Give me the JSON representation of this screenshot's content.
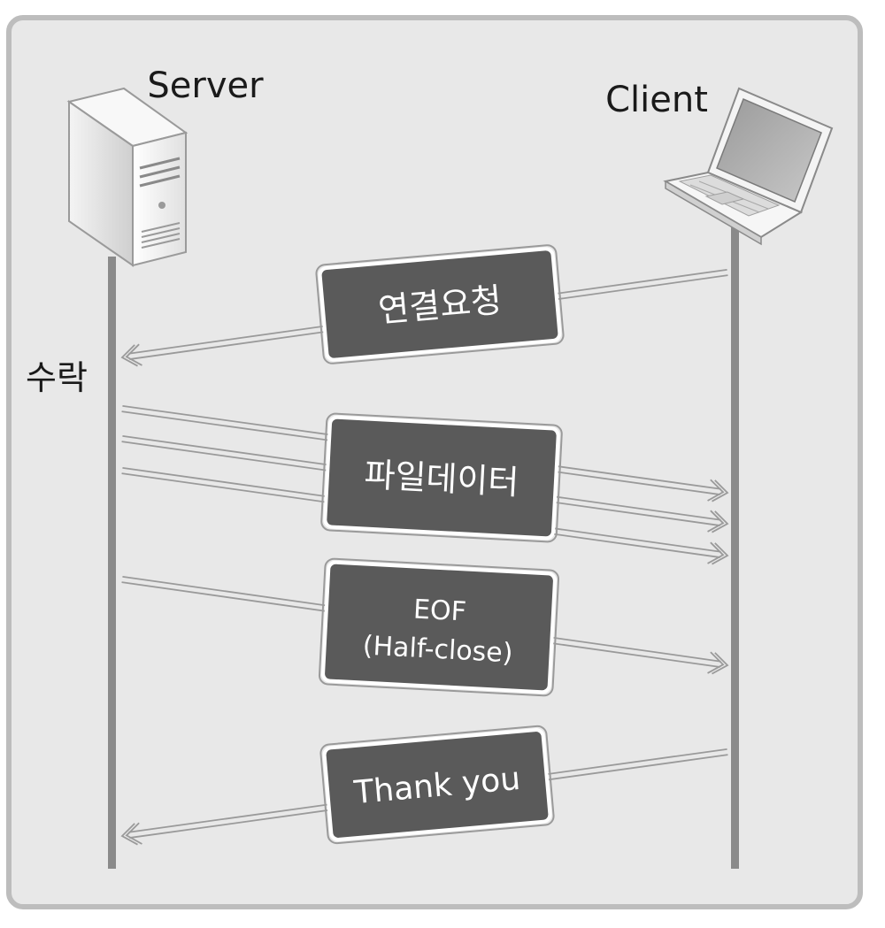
{
  "actors": {
    "server": {
      "label": "Server",
      "icon": "server-tower-icon"
    },
    "client": {
      "label": "Client",
      "icon": "laptop-icon"
    }
  },
  "server_event": {
    "label": "수락"
  },
  "messages": [
    {
      "label": "연결요청",
      "from": "client",
      "to": "server"
    },
    {
      "label": "파일데이터",
      "from": "server",
      "to": "client",
      "count": 3
    },
    {
      "label": [
        "EOF",
        "(Half-close)"
      ],
      "from": "server",
      "to": "client"
    },
    {
      "label": "Thank you",
      "from": "client",
      "to": "server"
    }
  ],
  "colors": {
    "background": "#e8e8e8",
    "frame": "#bdbdbd",
    "lifeline": "#8a8a8a",
    "sign_fill": "#5a5a5a",
    "sign_border": "#ffffff",
    "arrow": "#9a9a9a",
    "text": "#1a1a1a"
  }
}
